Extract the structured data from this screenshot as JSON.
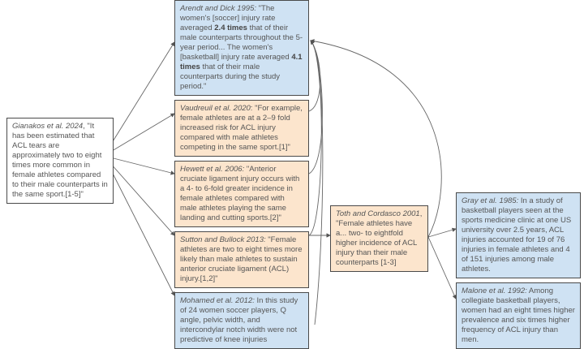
{
  "nodes": {
    "gianakos": {
      "cite": "Gianakos et al. 2024",
      "text": ", \"It has been estimated that ACL tears are approximately two to eight times more common in female athletes compared to their male counterparts in the same sport.[1-5]\""
    },
    "arendt": {
      "cite": "Arendt and Dick 1995:",
      "t1": " \"The women's [soccer]  injury rate averaged ",
      "b1": "2.4 times",
      "t2": " that of their male counterparts throughout the 5-year period... The women's [basketball] injury rate averaged ",
      "b2": "4.1 times",
      "t3": " that of their male counterparts during the study period.\""
    },
    "vaudreuil": {
      "cite": "Vaudreuil et al. 2020",
      "text": ": \"For example, female athletes are at a 2–9 fold increased risk for ACL injury compared with male athletes competing in the same sport.[1]\""
    },
    "hewett": {
      "cite": "Hewett et al. 2006:",
      "text": " \"Anterior cruciate ligament injury occurs with a 4- to 6-fold greater incidence in female athletes compared with male athletes playing the same landing and cutting sports.[2]\""
    },
    "sutton": {
      "cite": "Sutton and Bullock 2013:",
      "text": " \"Female athletes are two to eight times more likely than male athletes to sustain anterior cruciate ligament (ACL) injury.[1,2]\""
    },
    "mohamed": {
      "cite": "Mohamed et al. 2012:",
      "text": " In this study of 24 women soccer players, Q angle, pelvic width, and intercondylar notch width were not predictive of knee injuries"
    },
    "toth": {
      "cite": "Toth and Cordasco 2001",
      "text": ", \"Female athletes have a... two- to eightfold higher incidence of ACL injury than their male counterparts [1-3]"
    },
    "gray": {
      "cite": "Gray et al. 1985:",
      "text": " In a study of basketball players seen at the sports medicine clinic at one US university over 2.5 years, ACL injuries accounted for 19 of 76 injuries in female athletes and 4 of 151 injuries among male athletes."
    },
    "malone": {
      "cite": "Malone et al. 1992:",
      "text": " Among collegiate basketball players, women had an eight times higher prevalence and six times higher frequency of ACL injury than men."
    }
  },
  "colors": {
    "blue": "#cfe2f3",
    "orange": "#fce5cd",
    "line": "#555555"
  }
}
